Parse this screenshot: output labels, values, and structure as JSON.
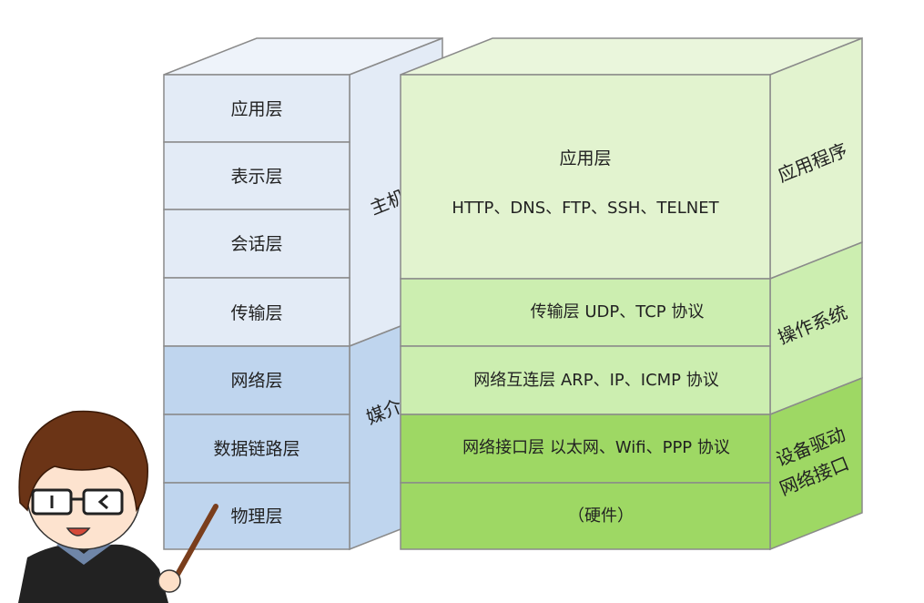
{
  "osi_stack": {
    "layers": [
      {
        "label": "应用层"
      },
      {
        "label": "表示层"
      },
      {
        "label": "会话层"
      },
      {
        "label": "传输层"
      },
      {
        "label": "网络层"
      },
      {
        "label": "数据链路层"
      },
      {
        "label": "物理层"
      }
    ],
    "side_upper": "主机",
    "side_lower": "媒介"
  },
  "tcpip_stack": {
    "layers": [
      {
        "label": "应用层",
        "detail": "HTTP、DNS、FTP、SSH、TELNET"
      },
      {
        "label": "传输层 UDP、TCP 协议"
      },
      {
        "label": "网络互连层 ARP、IP、ICMP 协议"
      },
      {
        "label": "网络接口层  以太网、Wifi、PPP 协议"
      },
      {
        "label": "（硬件）"
      }
    ],
    "side": {
      "app": "应用程序",
      "os": "操作系统",
      "driver_line1": "设备驱动",
      "driver_line2": "网络接口"
    }
  },
  "colors": {
    "osi_light": "#e3ebf6",
    "osi_dark": "#bfd5ee",
    "green_1": "#e2f3cf",
    "green_2": "#cceeb0",
    "green_3": "#9ed864",
    "border": "#8a8a8a"
  }
}
